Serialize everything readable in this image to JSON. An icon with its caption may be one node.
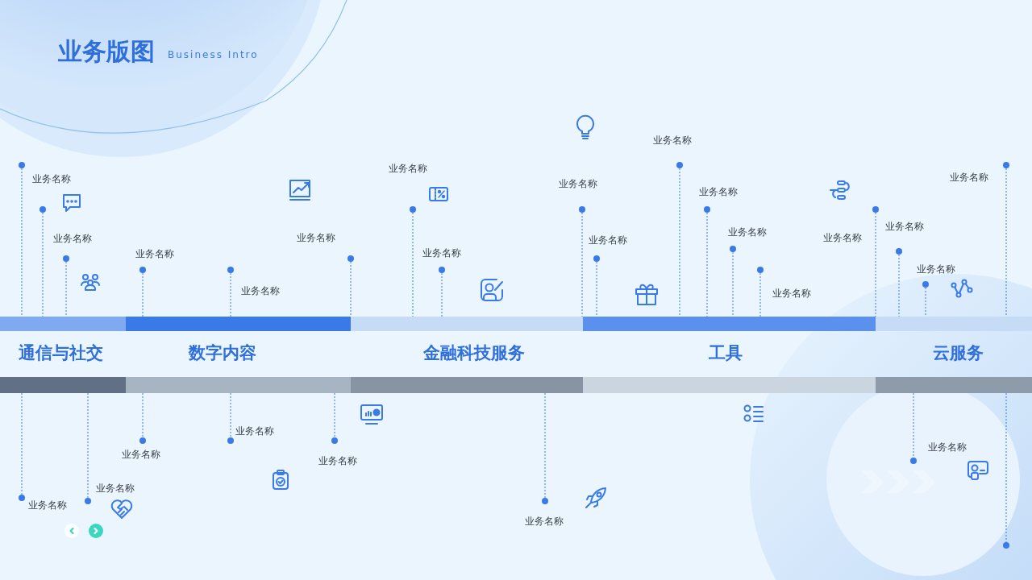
{
  "diagram": {
    "title": "业务版图",
    "labels": [
      "Business Intro",
      "业务名称",
      "业务名称",
      "业务名称",
      "业务名称",
      "业务名称",
      "业务名称",
      "业务名称",
      "业务名称",
      "业务名称",
      "业务名称",
      "业务名称",
      "业务名称",
      "业务名称",
      "业务名称",
      "业务名称",
      "业务名称",
      "业务名称",
      "通信与社交",
      "数字内容",
      "金融科技服务",
      "工具",
      "云服务",
      "业务名称",
      "业务名称",
      "业务名称",
      "业务名称",
      "业务名称",
      "业务名称",
      "业务名称"
    ]
  }
}
